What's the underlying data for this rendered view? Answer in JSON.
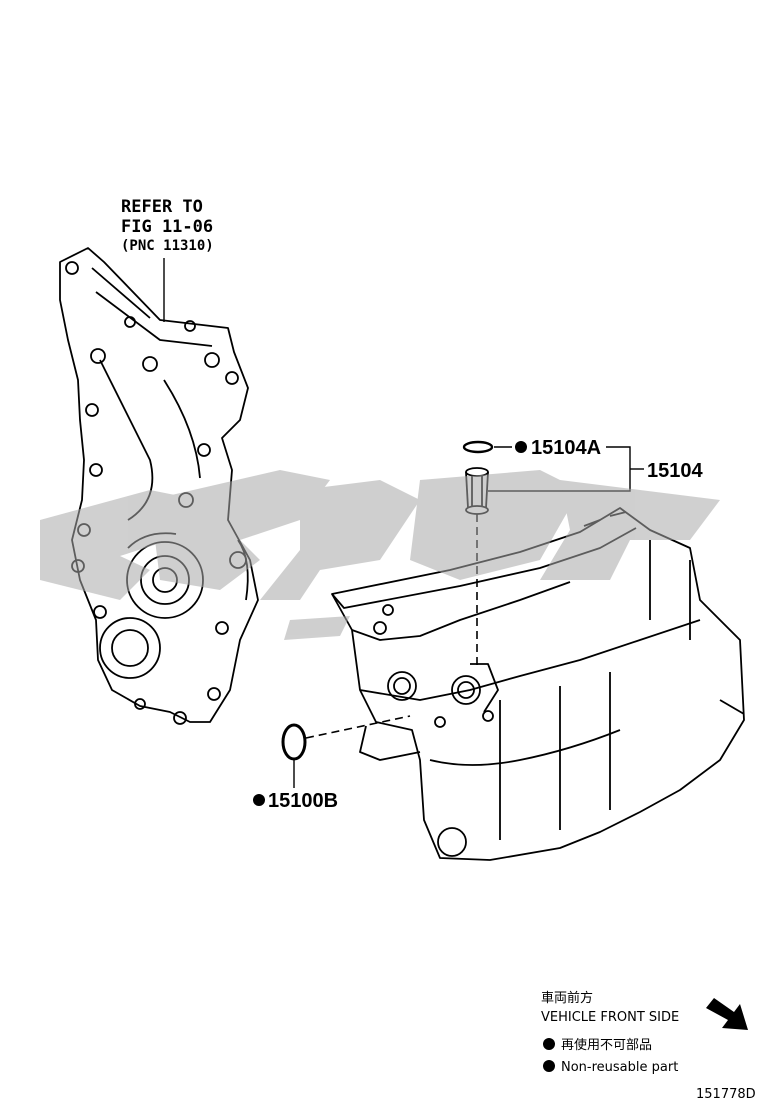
{
  "reference": {
    "line1": "REFER TO",
    "line2": "FIG 11-06",
    "line3": "(PNC 11310)"
  },
  "callouts": {
    "oring_top": "15104A",
    "assembly": "15104",
    "oring_side": "15100B"
  },
  "direction": {
    "japanese": "車両前方",
    "english": "VEHICLE FRONT SIDE"
  },
  "legend": {
    "non_reusable_jp": "再使用不可部品",
    "non_reusable_en": "Non-reusable part"
  },
  "illustration_id": "151778D",
  "icons": [
    "non-reusable-dot-icon",
    "front-direction-arrow-icon"
  ]
}
